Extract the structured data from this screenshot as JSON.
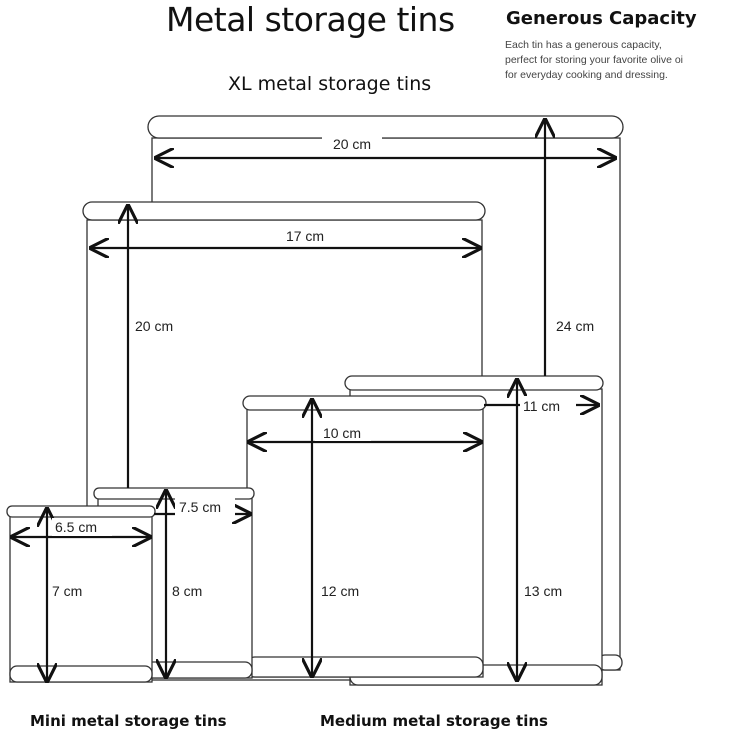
{
  "title": "Metal storage tins",
  "capacity": {
    "heading": "Generous Capacity",
    "lines": [
      "Each tin has a generous capacity,",
      "perfect for storing your favorite olive oi",
      "for everyday cooking and dressing."
    ]
  },
  "groups": {
    "xl": "XL metal storage tins",
    "mini": "Mini metal storage tins",
    "medium": "Medium metal storage tins"
  },
  "dimensions": {
    "xl_large_width": "20 cm",
    "xl_large_height": "24 cm",
    "xl_small_width": "17 cm",
    "xl_small_height": "20 cm",
    "medium_large_width": "11 cm",
    "medium_large_height": "13 cm",
    "medium_small_width": "10 cm",
    "medium_small_height": "12 cm",
    "mini_large_width": "7.5 cm",
    "mini_large_height": "8 cm",
    "mini_small_width": "6.5 cm",
    "mini_small_height": "7 cm"
  }
}
